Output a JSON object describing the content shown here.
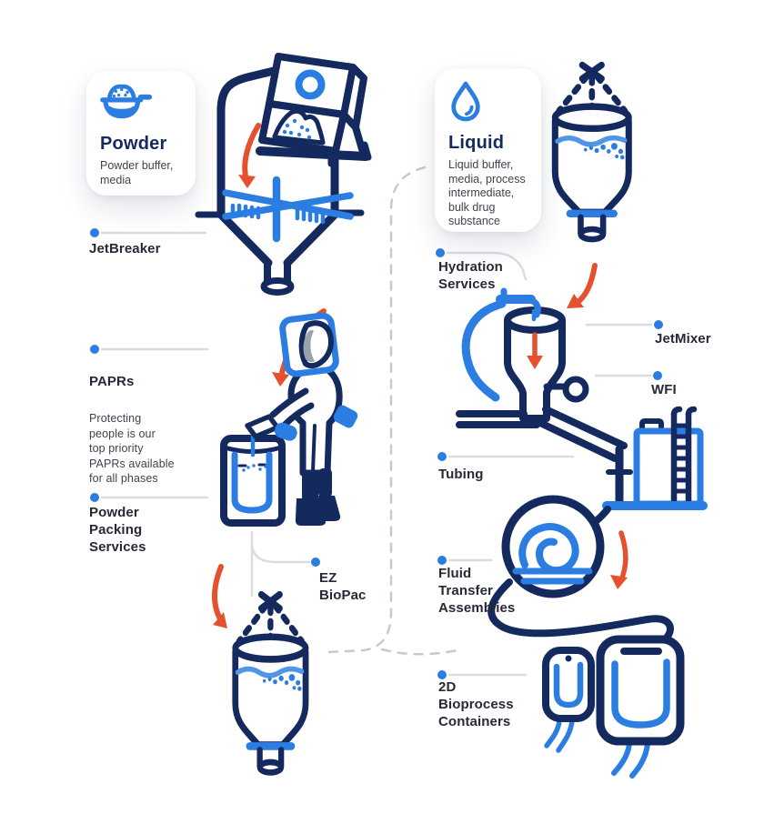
{
  "palette": {
    "navy": "#14295e",
    "blue": "#2b7de2",
    "light_blue": "#4f96e8",
    "orange": "#e5512e",
    "leader": "#d9dde3",
    "dashed": "#c6cad0",
    "label_text": "#262a36",
    "body_text": "#3f4350"
  },
  "cards": {
    "powder": {
      "icon": "powder-scoop-icon",
      "title": "Powder",
      "subtitle": "Powder buffer,\nmedia"
    },
    "liquid": {
      "icon": "water-drop-icon",
      "title": "Liquid",
      "subtitle": "Liquid buffer,\nmedia, process\nintermediate,\nbulk drug\nsubstance"
    }
  },
  "labels": {
    "jetbreaker": {
      "title": "JetBreaker"
    },
    "paprs": {
      "title": "PAPRs",
      "description": "Protecting\npeople is our\ntop priority\nPAPRs available\nfor all phases"
    },
    "powder_packing": {
      "title": "Powder\nPacking\nServices"
    },
    "ez_biopac": {
      "title": "EZ\nBioPac"
    },
    "hydration": {
      "title": "Hydration\nServices"
    },
    "jetmixer": {
      "title": "JetMixer"
    },
    "wfi": {
      "title": "WFI"
    },
    "tubing": {
      "title": "Tubing"
    },
    "fluid_transfer": {
      "title": "Fluid\nTransfer\nAssemblies"
    },
    "containers_2d": {
      "title": "2D\nBioprocess\nContainers"
    }
  }
}
